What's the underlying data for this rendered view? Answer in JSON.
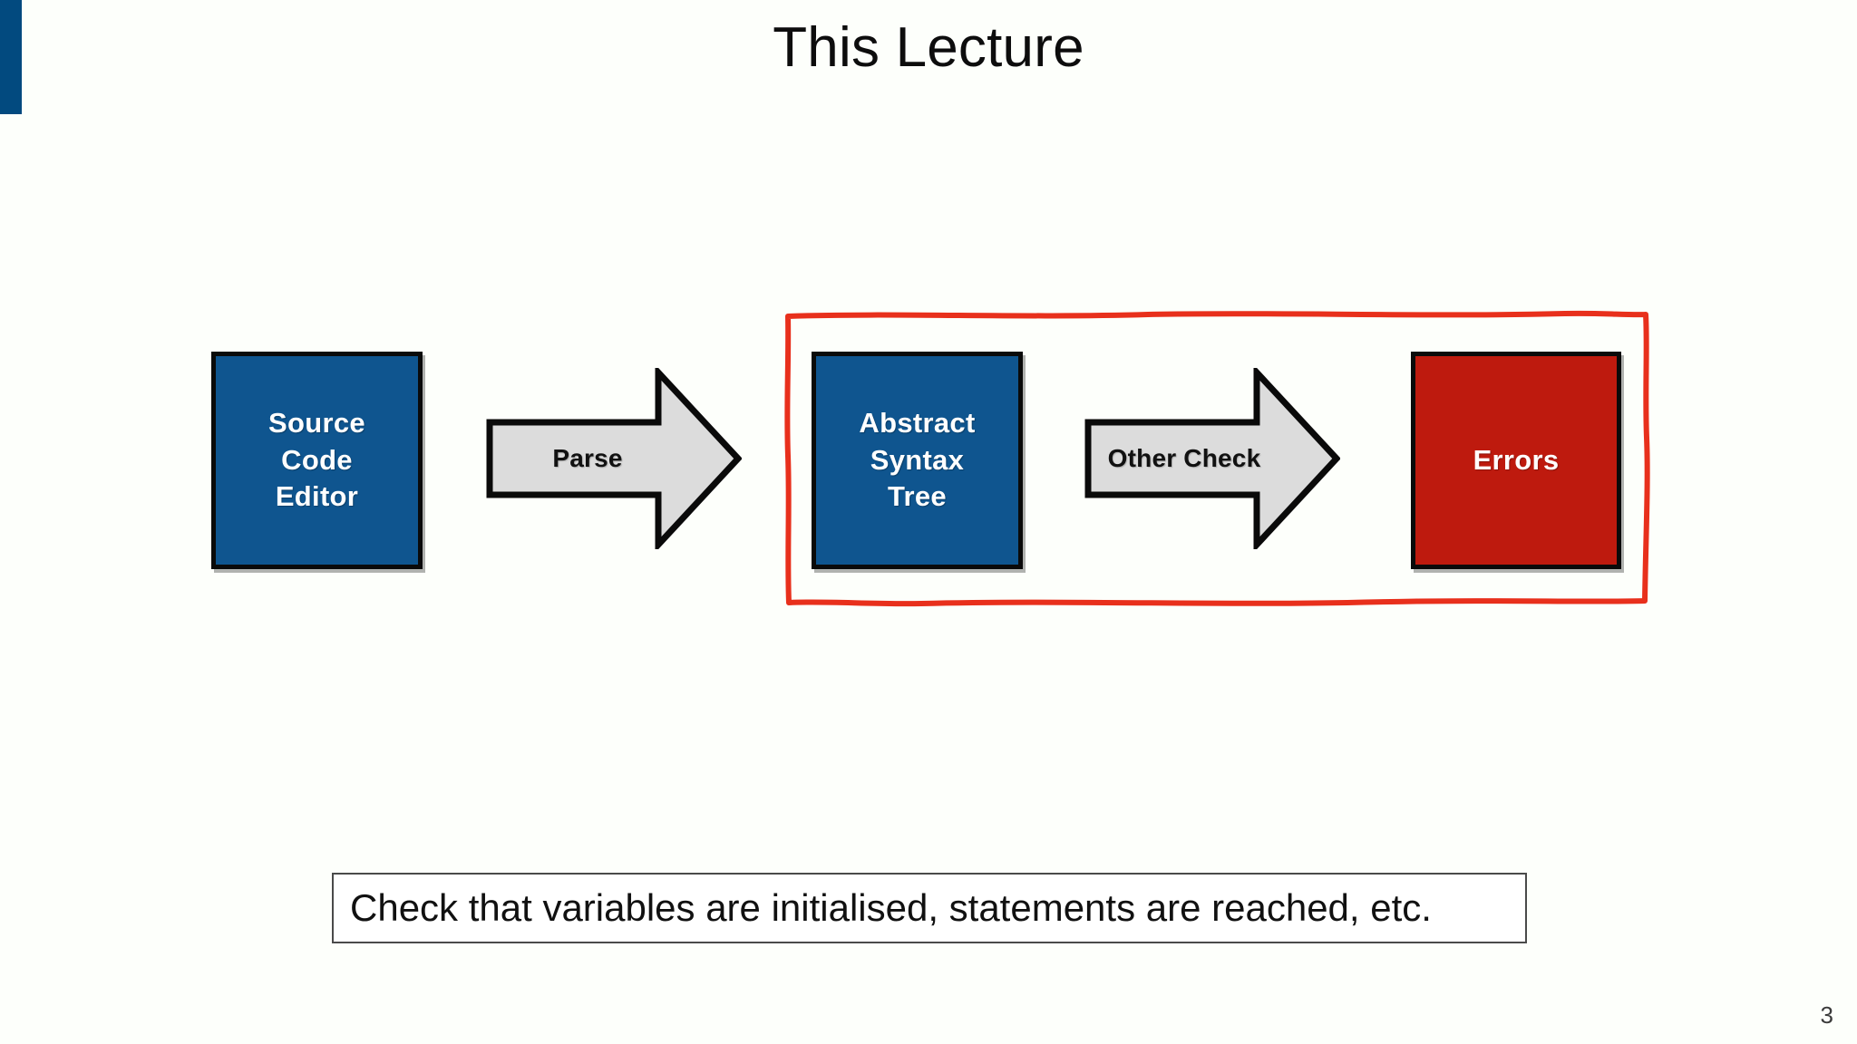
{
  "slide": {
    "title": "This Lecture",
    "page_number": "3",
    "accent_color": "#024a7f",
    "background_color": "#fdfffb"
  },
  "diagram": {
    "type": "pipeline-flow",
    "highlight": {
      "style": "hand-drawn-rectangle",
      "color": "#e8301c",
      "encloses": [
        "Abstract Syntax Tree",
        "Other Check",
        "Errors"
      ]
    },
    "nodes": [
      {
        "id": "source-code-editor",
        "label": "Source\nCode\nEditor",
        "shape": "rectangle",
        "fill": "#0f558f",
        "text_color": "#ffffff"
      },
      {
        "id": "abstract-syntax-tree",
        "label": "Abstract\nSyntax\nTree",
        "shape": "rectangle",
        "fill": "#0f558f",
        "text_color": "#ffffff"
      },
      {
        "id": "errors",
        "label": "Errors",
        "shape": "rectangle",
        "fill": "#be1a0e",
        "text_color": "#ffffff"
      }
    ],
    "arrows": [
      {
        "id": "parse",
        "label": "Parse",
        "from": "source-code-editor",
        "to": "abstract-syntax-tree",
        "fill": "#dcdcdc",
        "text_color": "#111111"
      },
      {
        "id": "other-check",
        "label": "Other Check",
        "from": "abstract-syntax-tree",
        "to": "errors",
        "fill": "#dcdcdc",
        "text_color": "#111111"
      }
    ]
  },
  "caption": {
    "text": "Check that variables are initialised, statements are reached, etc."
  }
}
